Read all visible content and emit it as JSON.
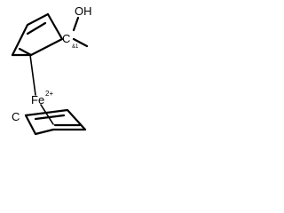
{
  "molecule": {
    "hydroxyl_label": "OH",
    "carbinol_carbon_label": "C",
    "stereo_descriptor": "&1",
    "metal_label": "Fe",
    "metal_charge": "2+",
    "lower_ring_carbon_label": "C"
  },
  "colors": {
    "bond": "#000000",
    "text": "#000000",
    "background": "#ffffff"
  }
}
